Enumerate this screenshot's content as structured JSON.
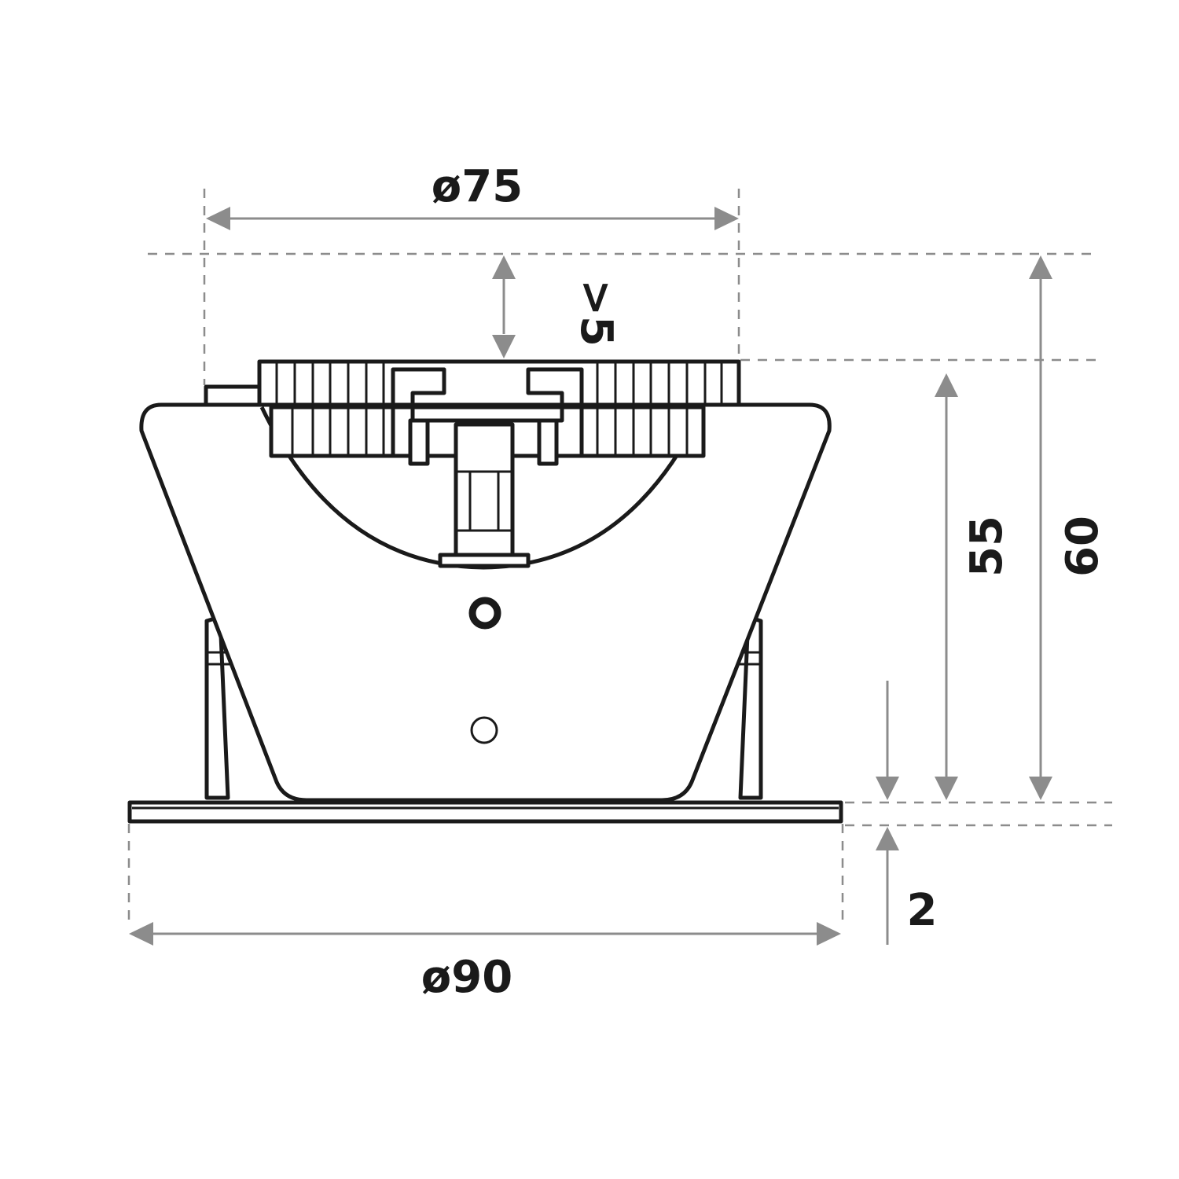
{
  "dimensions": {
    "top_diameter": "ø75",
    "clearance": ">5",
    "body_height": "55",
    "total_height": "60",
    "flange_thickness": "2",
    "flange_diameter": "ø90"
  }
}
